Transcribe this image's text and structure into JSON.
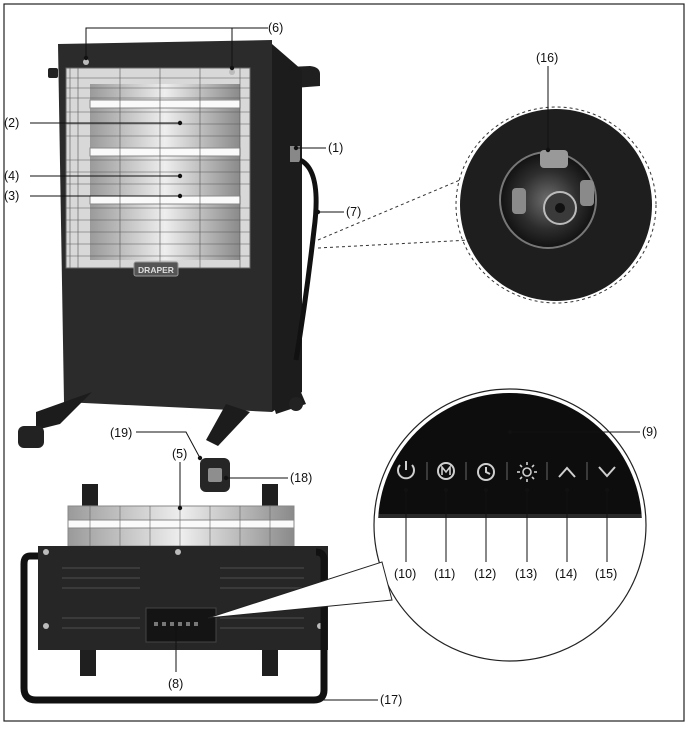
{
  "labels": {
    "l1": "(1)",
    "l2": "(2)",
    "l3": "(3)",
    "l4": "(4)",
    "l5": "(5)",
    "l6": "(6)",
    "l7": "(7)",
    "l8": "(8)",
    "l9": "(9)",
    "l10": "(10)",
    "l11": "(11)",
    "l12": "(12)",
    "l13": "(13)",
    "l14": "(14)",
    "l15": "(15)",
    "l16": "(16)",
    "l17": "(17)",
    "l18": "(18)",
    "l19": "(19)"
  },
  "brand": {
    "logo_text": "DRAPER"
  },
  "colors": {
    "body": "#2b2b2b",
    "body_dark": "#1a1a1a",
    "panel": "#0d0d0d",
    "reflector": "#c9c9c9",
    "icon": "#cfcfcf"
  },
  "control_panel_icons": [
    "power-icon",
    "mode-icon",
    "timer-icon",
    "brightness-icon",
    "chevron-up-icon",
    "chevron-down-icon"
  ]
}
